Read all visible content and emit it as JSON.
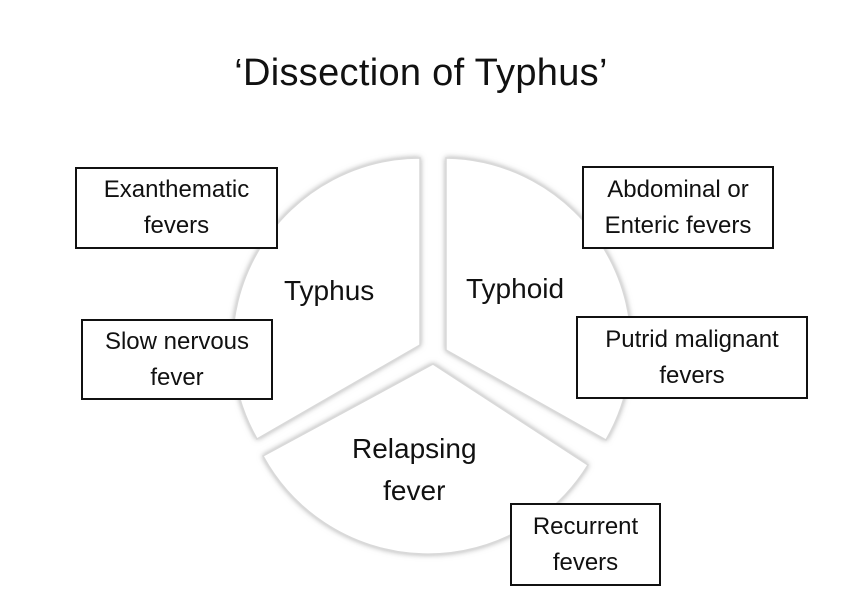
{
  "title": "‘Dissection of Typhus’",
  "slices": {
    "typhus": "Typhus",
    "typhoid": "Typhoid",
    "relapsing_line1": "Relapsing",
    "relapsing_line2": "fever"
  },
  "boxes": {
    "exanthematic": {
      "line1": "Exanthematic",
      "line2": "fevers"
    },
    "slow_nervous": {
      "line1": "Slow nervous",
      "line2": "fever"
    },
    "abdominal": {
      "line1": "Abdominal or",
      "line2": "Enteric fevers"
    },
    "putrid": {
      "line1": "Putrid malignant",
      "line2": "fevers"
    },
    "recurrent": {
      "line1": "Recurrent",
      "line2": "fevers"
    }
  }
}
